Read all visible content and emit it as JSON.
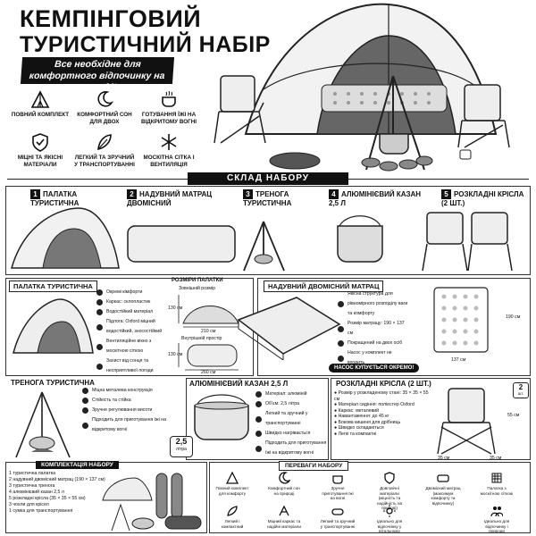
{
  "header": {
    "title_line1": "КЕМПІНГОВИЙ",
    "title_line2": "ТУРИСТИЧНИЙ НАБІР",
    "banner": "Все необхідне для комфортного відпочинку на природі!"
  },
  "features": [
    {
      "icon": "tent-icon",
      "label": "ПОВНИЙ КОМПЛЕКТ"
    },
    {
      "icon": "moon-icon",
      "label": "КОМФОРТНИЙ СОН ДЛЯ ДВОХ"
    },
    {
      "icon": "cauldron-icon",
      "label": "ГОТУВАННЯ ЇЖІ НА ВІДКРИТОМУ ВОГНІ"
    },
    {
      "icon": "shield-icon",
      "label": "МІЦНІ ТА ЯКІСНІ МАТЕРІАЛИ"
    },
    {
      "icon": "feather-icon",
      "label": "ЛЕГКИЙ ТА ЗРУЧНИЙ У ТРАНСПОРТУВАННІ"
    },
    {
      "icon": "snowflake-icon",
      "label": "МОСКІТНА СІТКА І ВЕНТИЛЯЦІЯ"
    }
  ],
  "section_title": "СКЛАД НАБОРУ",
  "items": [
    {
      "n": "1",
      "name": "ПАЛАТКА ТУРИСТИЧНА"
    },
    {
      "n": "2",
      "name": "НАДУВНИЙ МАТРАЦ ДВОМІСНИЙ"
    },
    {
      "n": "3",
      "name": "ТРЕНОГА ТУРИСТИЧНА"
    },
    {
      "n": "4",
      "name": "АЛЮМІНІЄВИЙ КАЗАН 2,5 Л"
    },
    {
      "n": "5",
      "name": "РОЗКЛАДНІ КРІСЛА (2 ШТ.)"
    }
  ],
  "tent": {
    "head": "ПАЛАТКА ТУРИСТИЧНА",
    "bullets": [
      "Окремі кімфорти",
      "Каркас: склопластик",
      "Водостійкий матеріал",
      "Підлога: Oxford міцний водостійкий, зносостійкий",
      "Вентиляційне вікно з москітною сіткою",
      "Захист від сонця та несприятливої погоди"
    ],
    "sizes_head": "РОЗМІРИ ПАЛАТКИ",
    "outer": "Зовнішній розмір",
    "inner": "Внутрішній простір",
    "d1": "130 см",
    "d2": "210 см",
    "d3": "130 см",
    "d4": "260 см"
  },
  "mattress": {
    "head": "НАДУВНИЙ ДВОМІСНИЙ МАТРАЦ",
    "bullets": [
      "Якісна структура для рівномірного розподілу ваги та комфорту",
      "Розмір матрацу: 190 × 137 см",
      "Покращений на двох осіб",
      "Насос у комплект не входить"
    ],
    "note": "НАСОС КУПУЄТЬСЯ ОКРЕМО!",
    "h": "190 см",
    "w": "137 см"
  },
  "tripod": {
    "head": "ТРЕНОГА ТУРИСТИЧНА",
    "bullets": [
      "Міцна металева конструкція",
      "Стійкість та стійка",
      "Зручне регулювання висоти",
      "Підходить для приготування їжі на відкритому вогні"
    ]
  },
  "pot": {
    "head": "АЛЮМІНІЄВИЙ КАЗАН 2,5 Л",
    "badge_value": "2,5",
    "badge_unit": "літра",
    "bullets": [
      "Матеріал: алюміній",
      "Об'єм: 2,5 літра",
      "Легкий та зручний у транспортуванні",
      "Швидко нагрівається",
      "Підходить для приготування їжі на відкритому вогні"
    ]
  },
  "chairs": {
    "head": "РОЗКЛАДНІ КРІСЛА (2 ШТ.)",
    "badge_value": "2",
    "badge_unit": "шт.",
    "bullets": [
      "Розмір у розкладеному стані: 35 × 35 × 55 см",
      "Матеріал сидіння: поліестер Oxford",
      "Каркас: металевий",
      "Навантаження: до 45 кг",
      "Бокова кишеня для дрібниць",
      "Швидко складаються",
      "Легкі та компактні"
    ],
    "dh": "55 см",
    "dw1": "35 см",
    "dw2": "35 см"
  },
  "kit": {
    "head": "КОМПЛЕКТАЦІЯ НАБОРУ",
    "list": [
      "1 туристична палатка",
      "2 надувний двомісний матрац (190 × 137 см)",
      "3 туристична тренога",
      "4 алюмінієвий казан 2,5 л",
      "5 розкладні крісла (35 × 35 × 55 см)",
      "3 чохли для крісел",
      "1 сумка для транспортування"
    ]
  },
  "advantages": {
    "head": "ПЕРЕВАГИ НАБОРУ",
    "row1": [
      "Повний комплект для комфорту",
      "Комфортний сон на природі",
      "Зручне приготування їжі на вогні",
      "Довговічні матеріали (міцність та надійність на природі)",
      "Двомісний матрац (максимум комфорту та відпочинку)",
      "Палатка з москітною сіткою"
    ],
    "row2": [
      "Легкий і компактний",
      "Міцний каркас та надійні матеріали",
      "Легкий та зручний у транспортуванні",
      "Ідеально для відпочинку у вітальному",
      "Ідеально для відпочинку і природи"
    ]
  }
}
